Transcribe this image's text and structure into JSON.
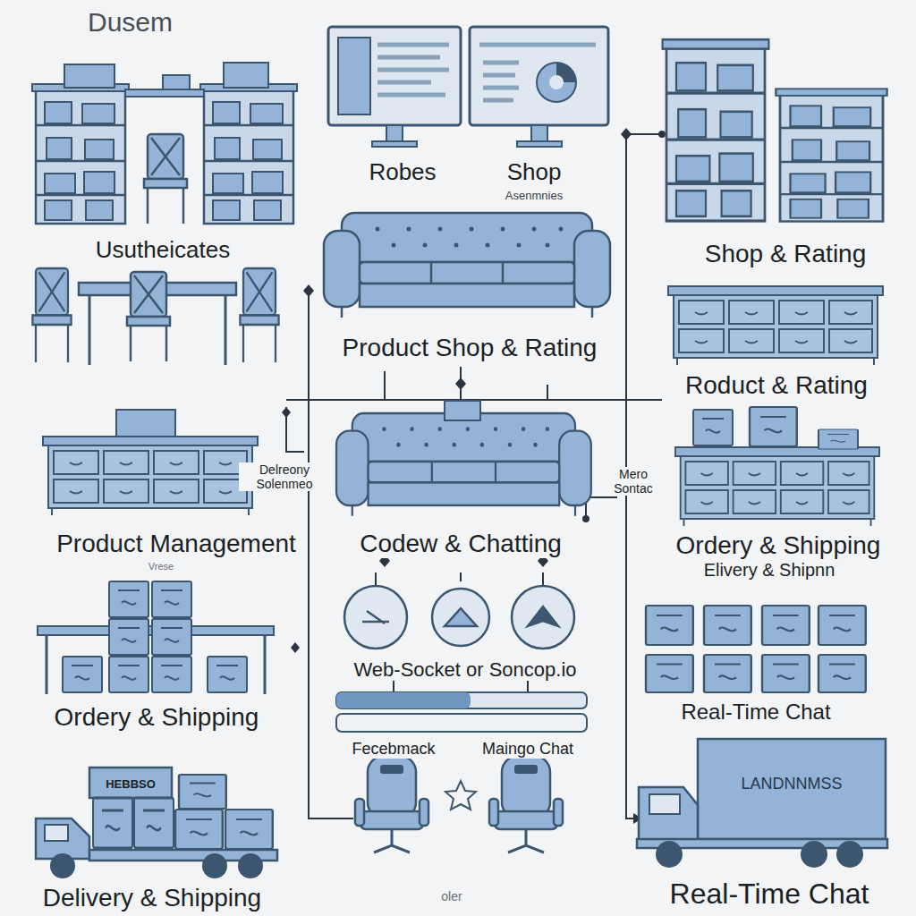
{
  "diagram": {
    "title": "Dusem",
    "labels": [
      "Robes",
      "Shop",
      "Asenmnies",
      "Usutheicates",
      "Shop & Rating",
      "Product Shop & Rating",
      "Roduct & Rating",
      "Delreony Solenmeo",
      "Mero Sontac",
      "Product Management",
      "Codew & Chatting",
      "Ordery & Shipping",
      "Vrese",
      "Elivery & Shipnn",
      "Web-Socket or Soncop.io",
      "Real-Time Chat",
      "Ordery & Shipping",
      "Fecebmack",
      "Maingo Chat",
      "LANDNNMSS",
      "HEBBSO",
      "Delivery & Shipping",
      "oler",
      "Real-Time Chat"
    ]
  }
}
